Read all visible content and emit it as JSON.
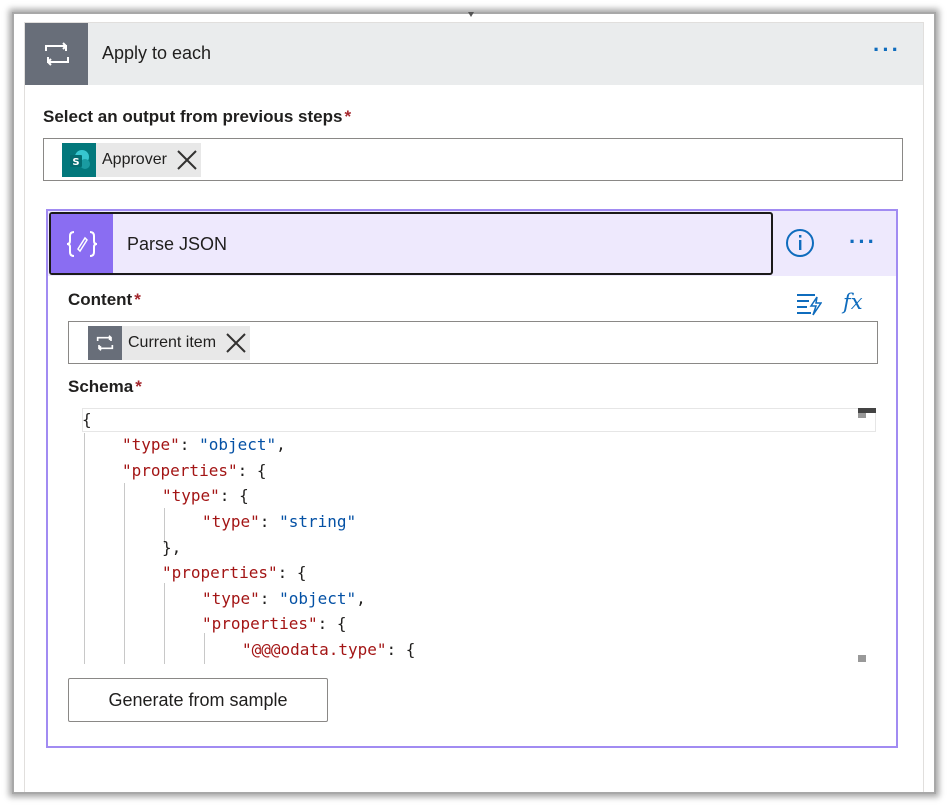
{
  "apply_to_each": {
    "title": "Apply to each",
    "icon": "loop-icon",
    "more_label": "···",
    "select_label": "Select an output from previous steps",
    "required_mark": "*",
    "token": {
      "icon": "sharepoint-icon",
      "label": "Approver"
    }
  },
  "parse_json": {
    "title": "Parse JSON",
    "icon": "braces-icon",
    "info_icon": "info-icon",
    "more_label": "···",
    "content_label": "Content",
    "content_token": {
      "icon": "loop-icon",
      "label": "Current item"
    },
    "dynamic_content_icon": "dynamic-content-icon",
    "expression_label": "fx",
    "schema_label": "Schema",
    "schema_lines": [
      {
        "open": "{"
      },
      {
        "key": "\"type\"",
        "sep": ": ",
        "value": "\"object\"",
        "tail": ","
      },
      {
        "key": "\"properties\"",
        "sep": ": ",
        "tail": "{"
      },
      {
        "key": "\"type\"",
        "sep": ": ",
        "tail": "{"
      },
      {
        "key": "\"type\"",
        "sep": ": ",
        "value": "\"string\""
      },
      {
        "tail": "},"
      },
      {
        "key": "\"properties\"",
        "sep": ": ",
        "tail": "{"
      },
      {
        "key": "\"type\"",
        "sep": ": ",
        "value": "\"object\"",
        "tail": ","
      },
      {
        "key": "\"properties\"",
        "sep": ": ",
        "tail": "{"
      },
      {
        "key": "\"@@@odata.type\"",
        "sep": ": ",
        "tail": "{"
      }
    ],
    "generate_button_label": "Generate from sample"
  }
}
